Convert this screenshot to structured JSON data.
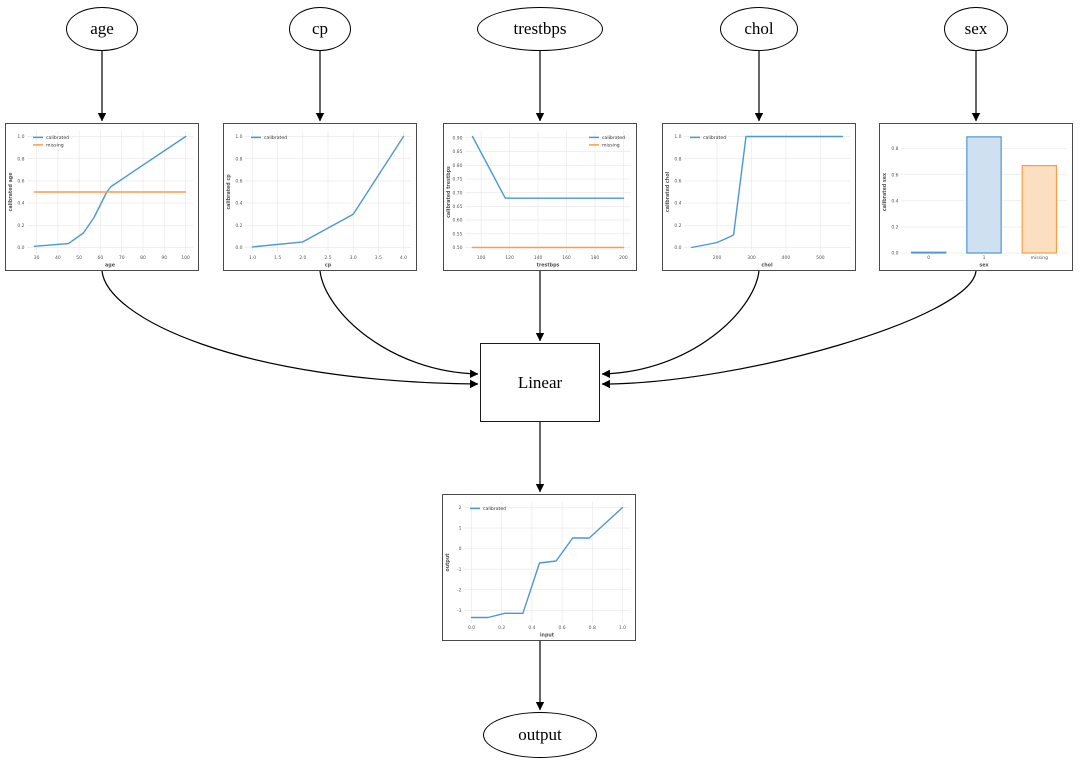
{
  "nodes": {
    "age": {
      "label": "age"
    },
    "cp": {
      "label": "cp"
    },
    "trestbps": {
      "label": "trestbps"
    },
    "chol": {
      "label": "chol"
    },
    "sex": {
      "label": "sex"
    },
    "linear": {
      "label": "Linear"
    },
    "output": {
      "label": "output"
    }
  },
  "colors": {
    "calibrated_line": "#4d97d3",
    "missing_line": "#f99e45",
    "calibrated_fill": "#cfe0f1",
    "missing_fill": "#fcdfc0",
    "edge_stroke": "#000000",
    "plot_border": "#4a4a4a",
    "grid": "#e6e6e6",
    "tick_text": "#555555"
  },
  "chart_data": [
    {
      "id": "age",
      "type": "line",
      "xlabel": "age",
      "ylabel": "calibrated age",
      "xlim": [
        25.5,
        103.5
      ],
      "ylim": [
        -0.05,
        1.05
      ],
      "xticks": [
        30,
        40,
        50,
        60,
        70,
        80,
        90,
        100
      ],
      "xtick_labels": [
        "30",
        "40",
        "50",
        "60",
        "70",
        "80",
        "90",
        "100"
      ],
      "yticks": [
        0,
        0.2,
        0.4,
        0.6,
        0.8,
        1.0
      ],
      "ytick_labels": [
        "0.0",
        "0.2",
        "0.4",
        "0.6",
        "0.8",
        "1.0"
      ],
      "legend": {
        "pos": "nw",
        "entries": [
          {
            "label": "calibrated",
            "color": "#4d97d3"
          },
          {
            "label": "missing",
            "color": "#f99e45"
          }
        ]
      },
      "series": [
        {
          "name": "calibrated",
          "color": "#4d97d3",
          "x": [
            29,
            45,
            52,
            57,
            63,
            65,
            100
          ],
          "y": [
            0.01,
            0.035,
            0.13,
            0.27,
            0.5,
            0.55,
            1.0
          ]
        },
        {
          "name": "missing",
          "color": "#f99e45",
          "x": [
            29,
            100
          ],
          "y": [
            0.5,
            0.5
          ]
        }
      ]
    },
    {
      "id": "cp",
      "type": "line",
      "xlabel": "cp",
      "ylabel": "calibrated cp",
      "xlim": [
        0.85,
        4.15
      ],
      "ylim": [
        -0.05,
        1.05
      ],
      "xticks": [
        1.0,
        1.5,
        2.0,
        2.5,
        3.0,
        3.5,
        4.0
      ],
      "xtick_labels": [
        "1.0",
        "1.5",
        "2.0",
        "2.5",
        "3.0",
        "3.5",
        "4.0"
      ],
      "yticks": [
        0,
        0.2,
        0.4,
        0.6,
        0.8,
        1.0
      ],
      "ytick_labels": [
        "0.0",
        "0.2",
        "0.4",
        "0.6",
        "0.8",
        "1.0"
      ],
      "legend": {
        "pos": "nw",
        "entries": [
          {
            "label": "calibrated",
            "color": "#4d97d3"
          }
        ]
      },
      "series": [
        {
          "name": "calibrated",
          "color": "#4d97d3",
          "x": [
            1,
            2,
            3,
            4
          ],
          "y": [
            0.005,
            0.05,
            0.3,
            1.0
          ]
        }
      ]
    },
    {
      "id": "trestbps",
      "type": "line",
      "xlabel": "trestbps",
      "ylabel": "calibrated trestbps",
      "xlim": [
        88.7,
        205.3
      ],
      "ylim": [
        0.48,
        0.925
      ],
      "xticks": [
        100,
        120,
        140,
        160,
        180,
        200
      ],
      "xtick_labels": [
        "100",
        "120",
        "140",
        "160",
        "180",
        "200"
      ],
      "yticks": [
        0.5,
        0.55,
        0.6,
        0.65,
        0.7,
        0.75,
        0.8,
        0.85,
        0.9
      ],
      "ytick_labels": [
        "0.50",
        "0.55",
        "0.60",
        "0.65",
        "0.70",
        "0.75",
        "0.80",
        "0.85",
        "0.90"
      ],
      "legend": {
        "pos": "ne",
        "entries": [
          {
            "label": "calibrated",
            "color": "#4d97d3"
          },
          {
            "label": "missing",
            "color": "#f99e45"
          }
        ]
      },
      "series": [
        {
          "name": "calibrated",
          "color": "#4d97d3",
          "x": [
            94,
            117,
            200
          ],
          "y": [
            0.905,
            0.68,
            0.68
          ]
        },
        {
          "name": "missing",
          "color": "#f99e45",
          "x": [
            94,
            200
          ],
          "y": [
            0.5,
            0.5
          ]
        }
      ]
    },
    {
      "id": "chol",
      "type": "line",
      "xlabel": "chol",
      "ylabel": "calibrated chol",
      "xlim": [
        104,
        586
      ],
      "ylim": [
        -0.05,
        1.05
      ],
      "xticks": [
        200,
        300,
        400,
        500
      ],
      "xtick_labels": [
        "200",
        "300",
        "400",
        "500"
      ],
      "yticks": [
        0,
        0.2,
        0.4,
        0.6,
        0.8,
        1.0
      ],
      "ytick_labels": [
        "0.0",
        "0.2",
        "0.4",
        "0.6",
        "0.8",
        "1.0"
      ],
      "legend": {
        "pos": "nw",
        "entries": [
          {
            "label": "calibrated",
            "color": "#4d97d3"
          }
        ]
      },
      "series": [
        {
          "name": "calibrated",
          "color": "#4d97d3",
          "x": [
            126,
            200,
            240,
            248,
            284,
            564
          ],
          "y": [
            0.0,
            0.045,
            0.1,
            0.115,
            1.0,
            1.0
          ]
        }
      ]
    },
    {
      "id": "sex",
      "type": "bar",
      "xlabel": "sex",
      "ylabel": "calibrated sex",
      "ylim": [
        0,
        0.935
      ],
      "yticks": [
        0,
        0.2,
        0.4,
        0.6,
        0.8
      ],
      "ytick_labels": [
        "0.0",
        "0.2",
        "0.4",
        "0.6",
        "0.8"
      ],
      "categories": [
        "0",
        "1",
        "missing"
      ],
      "values": [
        0.006,
        0.89,
        0.67
      ],
      "bar_colors": [
        {
          "edge": "#4d97d3",
          "fill": "#cfe0f1"
        },
        {
          "edge": "#4d97d3",
          "fill": "#cfe0f1"
        },
        {
          "edge": "#f99e45",
          "fill": "#fcdfc0"
        }
      ]
    },
    {
      "id": "output",
      "type": "line",
      "xlabel": "input",
      "ylabel": "output",
      "xlim": [
        -0.05,
        1.05
      ],
      "ylim": [
        -3.62,
        2.27
      ],
      "xticks": [
        0,
        0.2,
        0.4,
        0.6,
        0.8,
        1.0
      ],
      "xtick_labels": [
        "0.0",
        "0.2",
        "0.4",
        "0.6",
        "0.8",
        "1.0"
      ],
      "yticks": [
        -3,
        -2,
        -1,
        0,
        1,
        2
      ],
      "ytick_labels": [
        "-3",
        "-2",
        "-1",
        "0",
        "1",
        "2"
      ],
      "legend": {
        "pos": "nw",
        "entries": [
          {
            "label": "calibrated",
            "color": "#4d97d3"
          }
        ]
      },
      "series": [
        {
          "name": "calibrated",
          "color": "#4d97d3",
          "x": [
            0,
            0.11,
            0.22,
            0.34,
            0.45,
            0.56,
            0.67,
            0.78,
            1.0
          ],
          "y": [
            -3.35,
            -3.35,
            -3.15,
            -3.15,
            -0.7,
            -0.6,
            0.52,
            0.52,
            2.0
          ]
        }
      ]
    }
  ]
}
